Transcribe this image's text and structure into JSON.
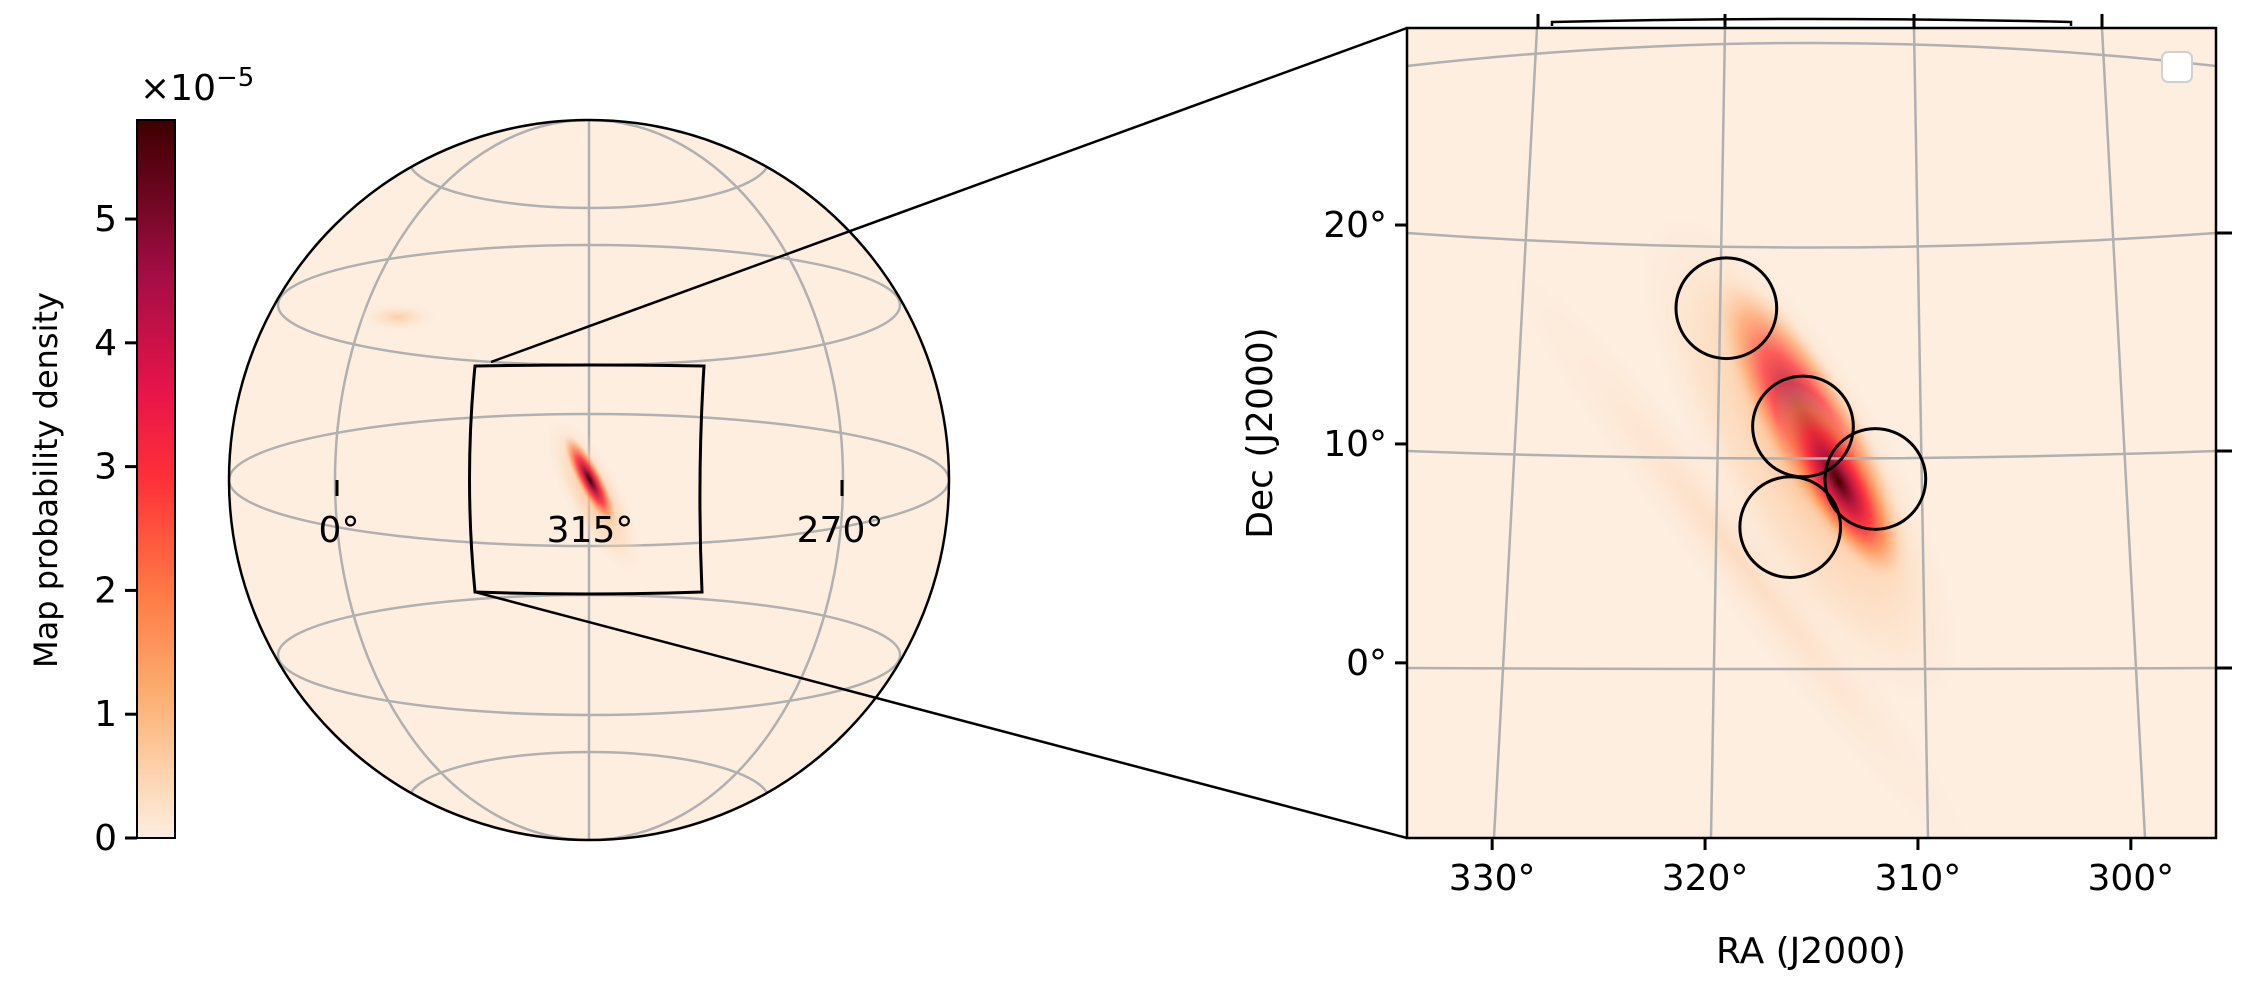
{
  "chart_data": [
    {
      "type": "heatmap",
      "panel": "colorbar",
      "colormap": "gist_heat_r",
      "colors": [
        "#fdeee0",
        "#fcb174",
        "#ff5a36",
        "#ef1f4a",
        "#9a0f42",
        "#3e0000"
      ],
      "label": "Map probability density",
      "exponent_label": "×10",
      "exponent_power": "−5",
      "range": [
        0,
        5.8
      ],
      "ticks": [
        0,
        1,
        2,
        3,
        4,
        5
      ],
      "tick_labels": [
        "0",
        "1",
        "2",
        "3",
        "4",
        "5"
      ]
    },
    {
      "type": "heatmap",
      "panel": "globe",
      "projection": "orthographic",
      "center_ra": 315,
      "ra_tick_labels": [
        "0°",
        "315°",
        "270°"
      ],
      "grid": true,
      "background_color": "#fdeee0",
      "probability_blob": {
        "ra": 313.5,
        "dec": 10
      },
      "secondary_blob": {
        "ra": 345,
        "dec": 40
      }
    },
    {
      "type": "heatmap",
      "panel": "zoom",
      "xlabel": "RA (J2000)",
      "ylabel": "Dec (J2000)",
      "xlim": [
        334,
        296
      ],
      "ylim": [
        -8,
        29
      ],
      "x_ticks": [
        330,
        320,
        310,
        300
      ],
      "x_tick_labels": [
        "330°",
        "320°",
        "310°",
        "300°"
      ],
      "y_ticks": [
        0,
        10,
        20
      ],
      "y_tick_labels": [
        "0°",
        "10°",
        "20°"
      ],
      "grid": true,
      "legend": "top-right",
      "probability_peak": {
        "ra": 313.5,
        "dec": 7.5
      },
      "circles": [
        {
          "ra": 319.0,
          "dec": 16.2,
          "radius_deg": 2.3
        },
        {
          "ra": 315.4,
          "dec": 10.8,
          "radius_deg": 2.3
        },
        {
          "ra": 312.0,
          "dec": 8.4,
          "radius_deg": 2.3
        },
        {
          "ra": 316.0,
          "dec": 6.2,
          "radius_deg": 2.3
        }
      ]
    }
  ]
}
